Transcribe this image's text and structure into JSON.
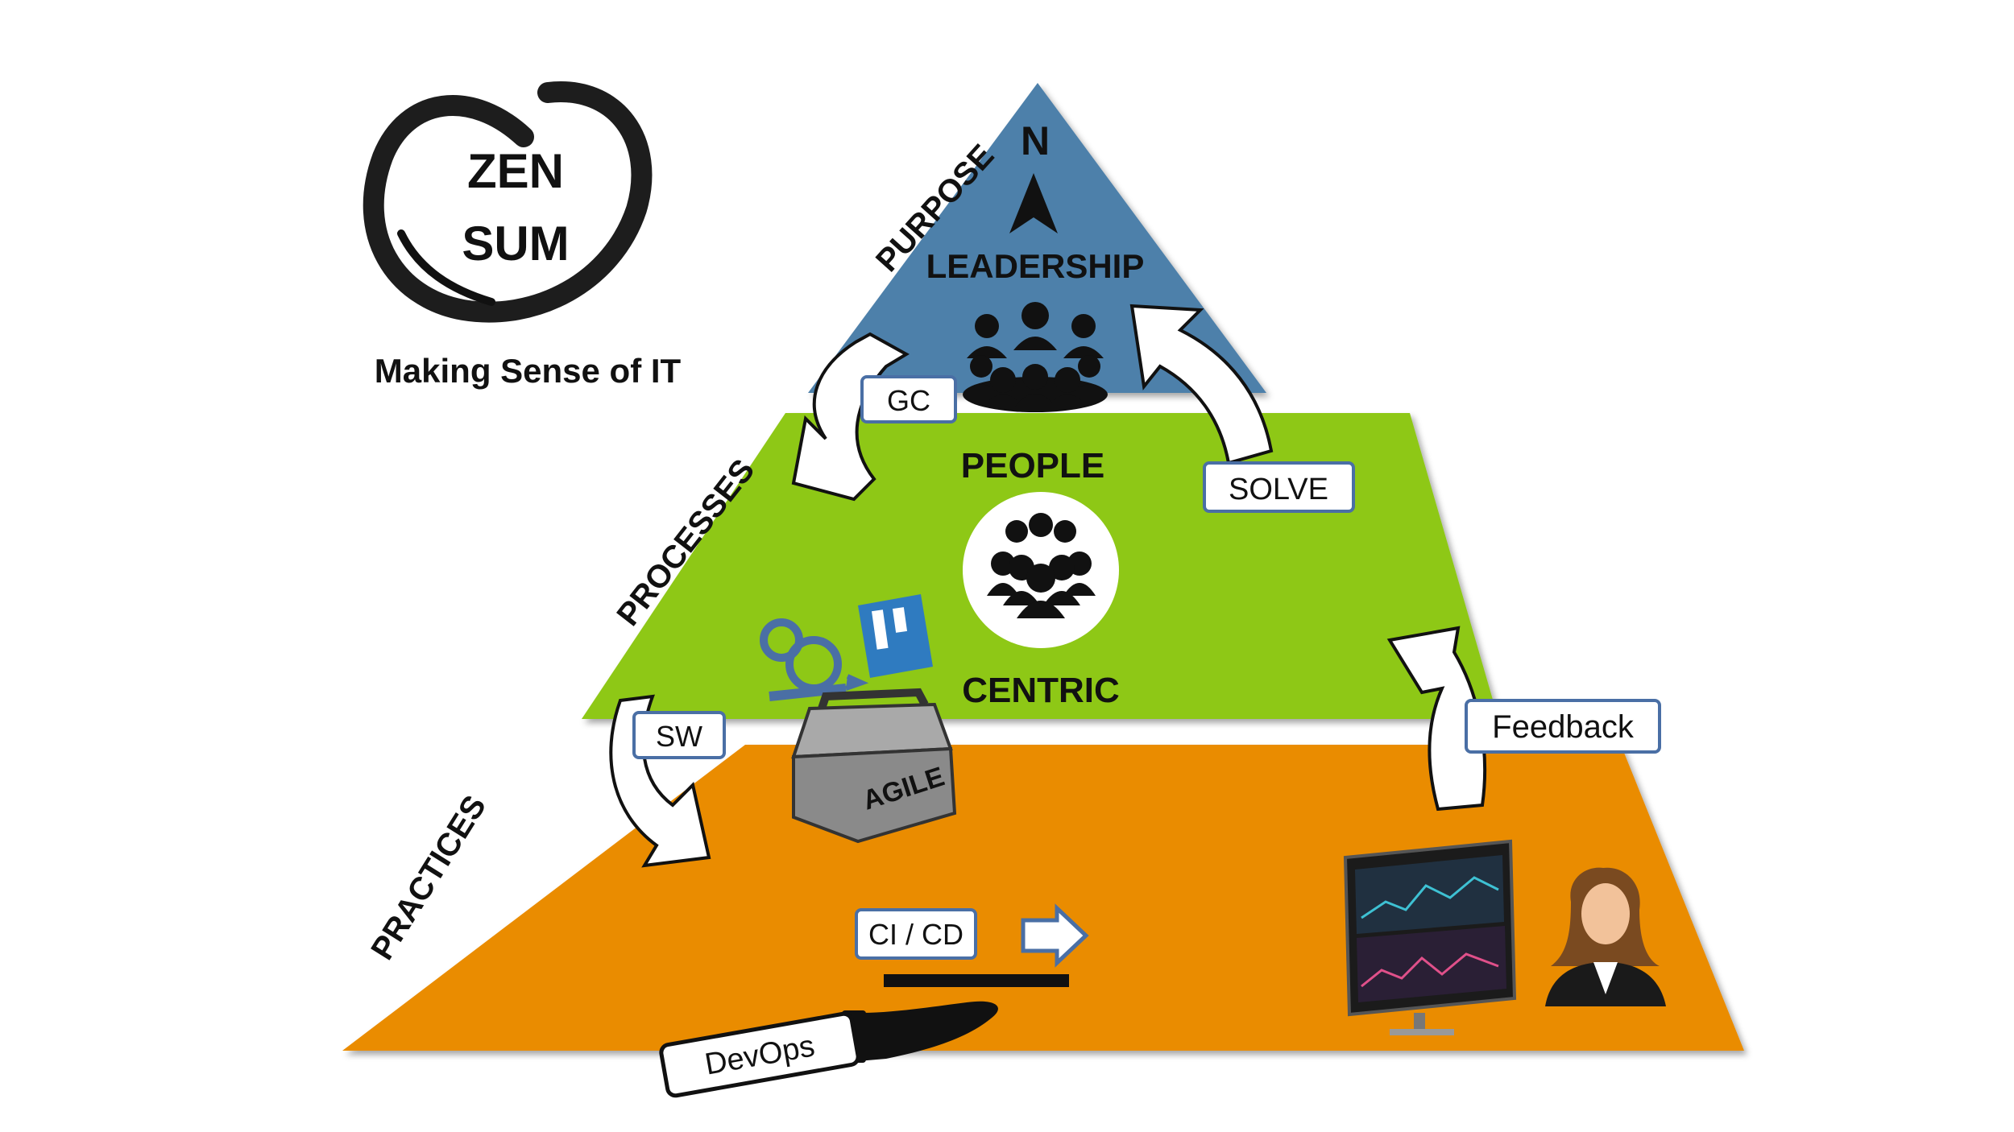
{
  "logo": {
    "line1": "ZEN",
    "line2": "SUM",
    "tagline": "Making Sense of IT"
  },
  "pyramid": {
    "tiers": [
      {
        "id": "purpose",
        "side_label": "PURPOSE",
        "title": "LEADERSHIP",
        "color": "#4e80aa"
      },
      {
        "id": "processes",
        "side_label": "PROCESSES",
        "title_top": "PEOPLE",
        "title_bottom": "CENTRIC",
        "color": "#8ec818"
      },
      {
        "id": "practices",
        "side_label": "PRACTICES",
        "color": "#ea8c00"
      }
    ],
    "compass_letter": "N"
  },
  "labels": {
    "gc": "GC",
    "solve": "SOLVE",
    "sw": "SW",
    "feedback": "Feedback",
    "cicd": "CI / CD",
    "devops": "DevOps",
    "toolbox": "AGILE"
  },
  "colors": {
    "box_border": "#4a6fa5",
    "ink": "#111111",
    "toolbox_grey": "#8a8a8a",
    "kanban_blue": "#2f7bc0",
    "cycle_blue": "#4a6fa5"
  },
  "icons": [
    "compass-arrow-icon",
    "team-meeting-icon",
    "people-group-icon",
    "agile-cycle-icon",
    "kanban-board-icon",
    "toolbox-icon",
    "hand-icon",
    "monitor-icon",
    "person-avatar-icon",
    "arrow-right-icon"
  ]
}
